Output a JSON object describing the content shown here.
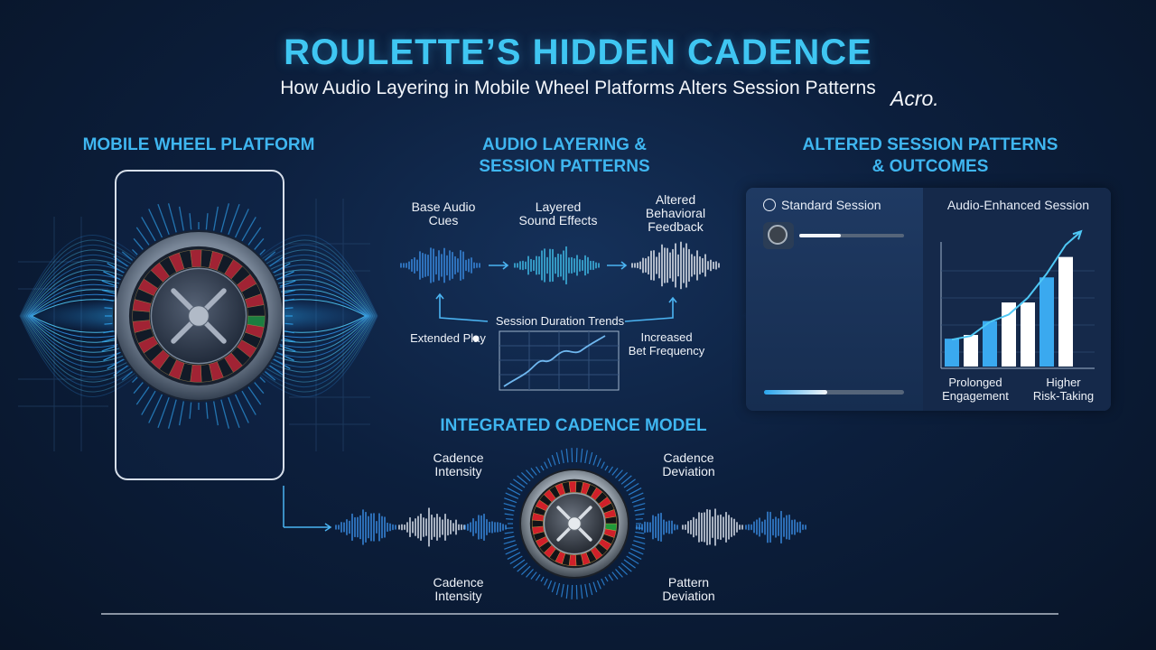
{
  "header": {
    "title": "ROULETTE’S HIDDEN CADENCE",
    "subtitle": "How Audio Layering in Mobile Wheel Platforms Alters Session Patterns",
    "brand": "Acro."
  },
  "mobile_section": {
    "title": "MOBILE WHEEL PLATFORM"
  },
  "audio_section": {
    "title_line1": "AUDIO LAYERING &",
    "title_line2": "SESSION PATTERNS",
    "stages": [
      {
        "line1": "Base Audio",
        "line2": "Cues"
      },
      {
        "line1": "Layered",
        "line2": "Sound Effects"
      },
      {
        "line1": "Altered",
        "line2": "Behavioral",
        "line3": "Feedback"
      }
    ],
    "trend_label": "Session Duration Trends",
    "left_label": "Extended Play",
    "right_label_line1": "Increased",
    "right_label_line2": "Bet Frequency"
  },
  "outcomes_section": {
    "title_line1": "ALTERED SESSION PATTERNS",
    "title_line2": "& OUTCOMES",
    "standard_label": "Standard Session",
    "enhanced_label": "Audio-Enhanced Session",
    "left_caption_line1": "Prolonged",
    "left_caption_line2": "Engagement",
    "right_caption_line1": "Higher",
    "right_caption_line2": "Risk-Taking",
    "top_progress": 0.4,
    "bottom_progress": 0.45
  },
  "chart_data": {
    "type": "bar",
    "values": [
      3,
      3.4,
      4.9,
      6.9,
      6.9,
      9.6,
      11.8
    ],
    "colors": [
      "#3aa9ef",
      "#ffffff",
      "#3aa9ef",
      "#ffffff",
      "#ffffff",
      "#3aa9ef",
      "#ffffff"
    ],
    "trend": [
      2.9,
      3.3,
      4.8,
      5.6,
      7.4,
      10.0,
      13.1
    ],
    "ylim": [
      0,
      14
    ]
  },
  "cadence_section": {
    "title": "INTEGRATED CADENCE MODEL",
    "labels": [
      {
        "line1": "Cadence",
        "line2": "Intensity"
      },
      {
        "line1": "Cadence",
        "line2": "Deviation"
      },
      {
        "line1": "Cadence",
        "line2": "Intensity"
      },
      {
        "line1": "Pattern",
        "line2": "Deviation"
      }
    ]
  },
  "colors": {
    "accent": "#3fc6f2",
    "wave_blue": "#2f8ee6",
    "wheel_red": "#d0202a"
  }
}
